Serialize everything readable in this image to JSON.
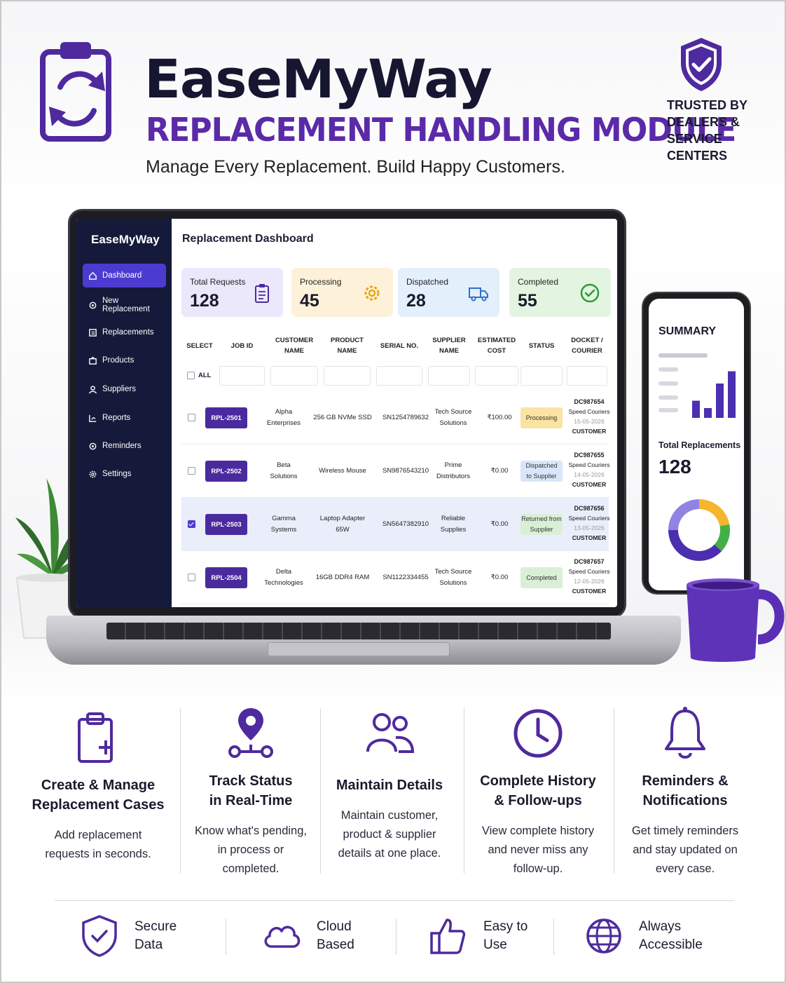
{
  "header": {
    "brand": "EaseMyWay",
    "module": "REPLACEMENT HANDLING MODULE",
    "tagline": "Manage Every Replacement. Build Happy Customers.",
    "trust": [
      "TRUSTED BY",
      "DEALERS &",
      "SERVICE CENTERS"
    ],
    "accent": "#5b2aa8"
  },
  "app": {
    "sidebar": {
      "brand": "EaseMyWay",
      "items": [
        {
          "label": "Dashboard",
          "icon": "home-icon",
          "active": true
        },
        {
          "label": "New Replacement",
          "icon": "gear-icon",
          "active": false
        },
        {
          "label": "Replacements",
          "icon": "list-icon",
          "active": false
        },
        {
          "label": "Products",
          "icon": "box-icon",
          "active": false
        },
        {
          "label": "Suppliers",
          "icon": "user-icon",
          "active": false
        },
        {
          "label": "Reports",
          "icon": "report-icon",
          "active": false
        },
        {
          "label": "Reminders",
          "icon": "gear-icon",
          "active": false
        },
        {
          "label": "Settings",
          "icon": "settings-icon",
          "active": false
        }
      ]
    },
    "title": "Replacement Dashboard",
    "cards": [
      {
        "label": "Total Requests",
        "value": "128",
        "icon": "clipboard-icon",
        "color": "#ece8fb"
      },
      {
        "label": "Processing",
        "value": "45",
        "icon": "gear-icon",
        "color": "#fdf2d9"
      },
      {
        "label": "Dispatched",
        "value": "28",
        "icon": "truck-icon",
        "color": "#e4effc"
      },
      {
        "label": "Completed",
        "value": "55",
        "icon": "check-circle-icon",
        "color": "#e3f4e1"
      }
    ],
    "columns": [
      [
        "SELECT"
      ],
      [
        "JOB ID"
      ],
      [
        "CUSTOMER",
        "NAME"
      ],
      [
        "PRODUCT",
        "NAME"
      ],
      [
        "SERIAL NO."
      ],
      [
        "SUPPLIER",
        "NAME"
      ],
      [
        "ESTIMATED",
        "COST"
      ],
      [
        "STATUS"
      ],
      [
        "DOCKET /",
        "COURIER"
      ]
    ],
    "select_all": "ALL",
    "rows": [
      {
        "job": "RPL-2501",
        "customer": [
          "Alpha",
          "Enterprises"
        ],
        "product": [
          "256 GB NVMe SSD"
        ],
        "serial": "SN1254789632",
        "supplier": [
          "Tech Source",
          "Solutions"
        ],
        "cost": "₹100.00",
        "status": [
          "Processing"
        ],
        "status_color": "#fbe3a1",
        "docket": "DC987654",
        "courier": "Speed Couriers",
        "date": "15-05-2026",
        "type": "CUSTOMER",
        "checked": false
      },
      {
        "job": "RPL-2502",
        "customer": [
          "Beta",
          "Solutions"
        ],
        "product": [
          "Wireless Mouse"
        ],
        "serial": "SN9876543210",
        "supplier": [
          "Prime",
          "Distributors"
        ],
        "cost": "₹0.00",
        "status": [
          "Dispatched",
          "to Supplier"
        ],
        "status_color": "#d8e6fb",
        "docket": "DC987655",
        "courier": "Speed Couriers",
        "date": "14-05-2026",
        "type": "CUSTOMER",
        "checked": false
      },
      {
        "job": "RPL-2503",
        "customer": [
          "Gamma",
          "Systems"
        ],
        "product": [
          "Laptop Adapter",
          "65W"
        ],
        "serial": "SN5647382910",
        "supplier": [
          "Reliable",
          "Supplies"
        ],
        "cost": "₹0.00",
        "status": [
          "Returned from",
          "Supplier"
        ],
        "status_color": "#d9f0d6",
        "docket": "DC987656",
        "courier": "Speed Couriers",
        "date": "13-05-2026",
        "type": "CUSTOMER",
        "checked": true
      },
      {
        "job": "RPL-2504",
        "customer": [
          "Delta",
          "Technologies"
        ],
        "product": [
          "16GB DDR4 RAM"
        ],
        "serial": "SN1122334455",
        "supplier": [
          "Tech Source",
          "Solutions"
        ],
        "cost": "₹0.00",
        "status": [
          "Completed"
        ],
        "status_color": "#d9f0d6",
        "docket": "DC987657",
        "courier": "Speed Couriers",
        "date": "12-05-2026",
        "type": "CUSTOMER",
        "checked": false
      }
    ]
  },
  "phone": {
    "title": "SUMMARY",
    "total_label": "Total Replacements",
    "total_value": "128",
    "bars": [
      35,
      20,
      70,
      95
    ],
    "donut": [
      {
        "color": "#f5b52c",
        "share": 0.22
      },
      {
        "color": "#43b047",
        "share": 0.15
      },
      {
        "color": "#4c2fb0",
        "share": 0.38
      },
      {
        "color": "#8f84e3",
        "share": 0.25
      }
    ]
  },
  "features": [
    {
      "icon": "clipboard-plus-icon",
      "title": [
        "Create & Manage",
        "Replacement Cases"
      ],
      "desc": [
        "Add replacement",
        "requests in seconds."
      ]
    },
    {
      "icon": "location-track-icon",
      "title": [
        "Track Status",
        "in Real-Time"
      ],
      "desc": [
        "Know what's pending,",
        "in process or",
        "completed."
      ]
    },
    {
      "icon": "users-icon",
      "title": [
        "Maintain Details"
      ],
      "desc": [
        "Maintain customer,",
        "product & supplier",
        "details at one place."
      ]
    },
    {
      "icon": "clock-icon",
      "title": [
        "Complete History",
        "& Follow-ups"
      ],
      "desc": [
        "View complete history",
        "and never miss any",
        "follow-up."
      ]
    },
    {
      "icon": "bell-icon",
      "title": [
        "Reminders &",
        "Notifications"
      ],
      "desc": [
        "Get timely reminders",
        "and stay updated on",
        "every case."
      ]
    }
  ],
  "badges": [
    {
      "icon": "shield-check-icon",
      "text": [
        "Secure",
        "Data"
      ]
    },
    {
      "icon": "cloud-icon",
      "text": [
        "Cloud",
        "Based"
      ]
    },
    {
      "icon": "thumbs-up-icon",
      "text": [
        "Easy to",
        "Use"
      ]
    },
    {
      "icon": "globe-icon",
      "text": [
        "Always",
        "Accessible"
      ]
    }
  ]
}
